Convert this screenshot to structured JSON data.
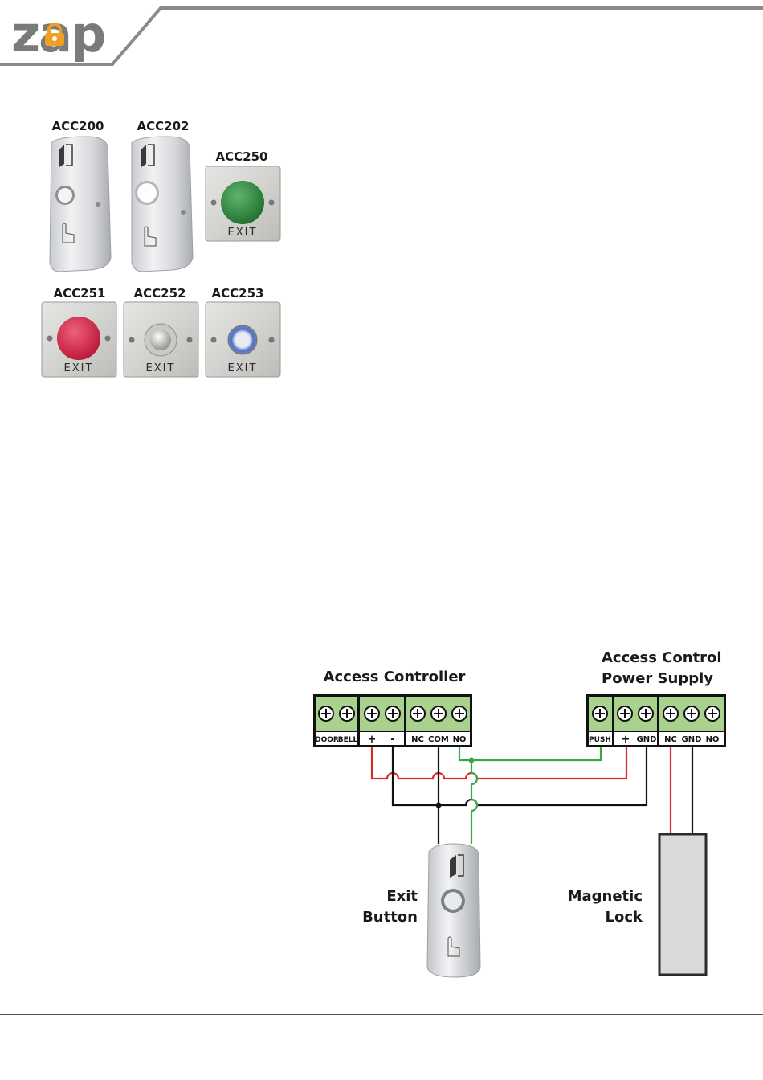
{
  "brand": {
    "logo_text": "zap"
  },
  "products": [
    {
      "code": "ACC200",
      "type": "slim",
      "button": "chrome"
    },
    {
      "code": "ACC202",
      "type": "slim",
      "button": "white"
    },
    {
      "code": "ACC250",
      "type": "square",
      "button": "green",
      "plate_text": "EXIT"
    },
    {
      "code": "ACC251",
      "type": "square",
      "button": "red",
      "plate_text": "EXIT"
    },
    {
      "code": "ACC252",
      "type": "square",
      "button": "steel",
      "plate_text": "EXIT"
    },
    {
      "code": "ACC253",
      "type": "square",
      "button": "blue-ring",
      "plate_text": "EXIT"
    }
  ],
  "diagram": {
    "access_controller": {
      "title": "Access Controller",
      "terminals": [
        "DOOR",
        "BELL",
        "+",
        "-",
        "NC",
        "COM",
        "NO"
      ]
    },
    "power_supply": {
      "title_line1": "Access Control",
      "title_line2": "Power Supply",
      "terminals": [
        "PUSH",
        "+",
        "GND",
        "NC",
        "GND",
        "NO"
      ]
    },
    "exit_button": {
      "line1": "Exit",
      "line2": "Button"
    },
    "magnetic_lock": {
      "line1": "Magnetic",
      "line2": "Lock"
    },
    "wire_colors": {
      "red": "#d92b2b",
      "green": "#3aa64a",
      "black": "#111111"
    }
  }
}
